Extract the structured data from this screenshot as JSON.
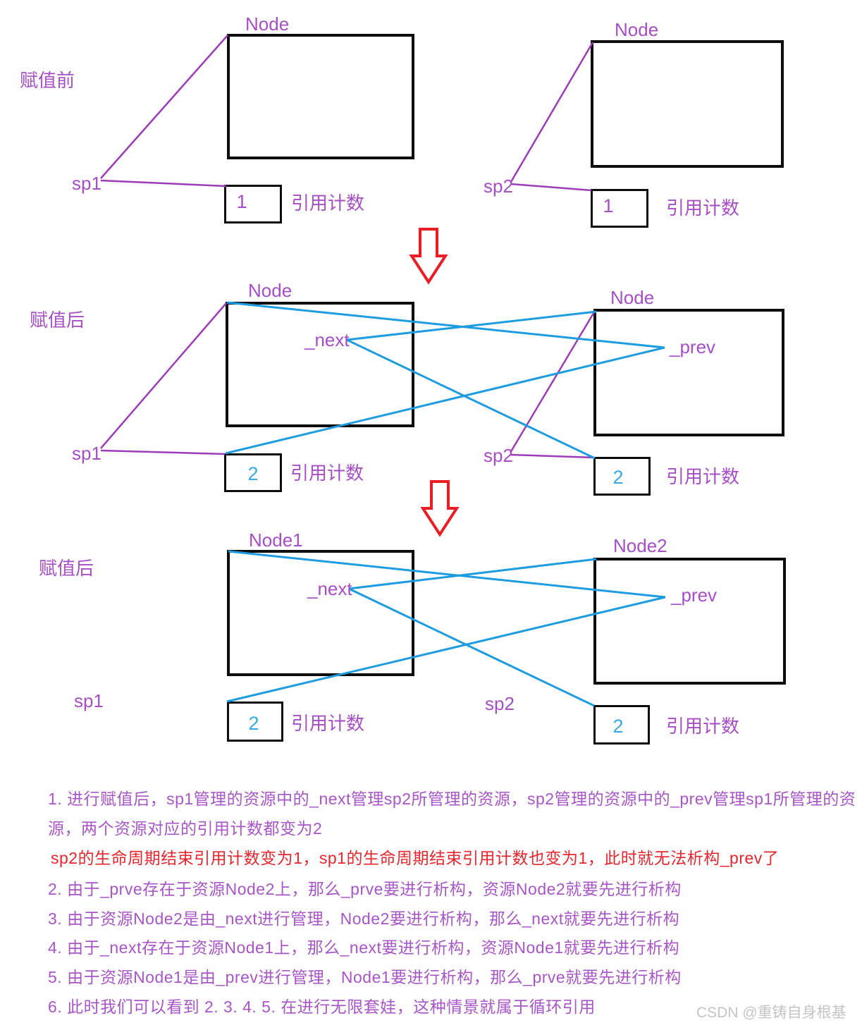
{
  "colors": {
    "purple_line": "#9d3cb8",
    "purple_text": "#a74ec6",
    "note_purple": "#a855c8",
    "note_red": "#e8252d",
    "blue_line": "#1e9ce0",
    "cyan_value": "#36a9e6",
    "red_arrow": "#ec1c24",
    "box_border": "#0d0d0d",
    "watermark_gray": "#c4c4c4"
  },
  "rows": {
    "before": {
      "label": "赋值前",
      "left": {
        "node": "Node",
        "sp": "sp1",
        "ref_value": "1",
        "ref_label": "引用计数"
      },
      "right": {
        "node": "Node",
        "sp": "sp2",
        "ref_value": "1",
        "ref_label": "引用计数"
      }
    },
    "after1": {
      "label": "赋值后",
      "left": {
        "node": "Node",
        "member": "_next",
        "sp": "sp1",
        "ref_value": "2",
        "ref_label": "引用计数"
      },
      "right": {
        "node": "Node",
        "member": "_prev",
        "sp": "sp2",
        "ref_value": "2",
        "ref_label": "引用计数"
      }
    },
    "after2": {
      "label": "赋值后",
      "left": {
        "node": "Node1",
        "member": "_next",
        "sp": "sp1",
        "ref_value": "2",
        "ref_label": "引用计数"
      },
      "right": {
        "node": "Node2",
        "member": "_prev",
        "sp": "sp2",
        "ref_value": "2",
        "ref_label": "引用计数"
      }
    }
  },
  "notes": [
    {
      "text": "1. 进行赋值后，sp1管理的资源中的_next管理sp2所管理的资源，sp2管理的资源中的_prev管理sp1所管理的资",
      "color": "#a855c8"
    },
    {
      "text": "源，两个资源对应的引用计数都变为2",
      "color": "#a855c8"
    },
    {
      "text": "sp2的生命周期结束引用计数变为1，sp1的生命周期结束引用计数也变为1，此时就无法析构_prev了",
      "color": "#e8252d"
    },
    {
      "text": "2. 由于_prve存在于资源Node2上，那么_prve要进行析构，资源Node2就要先进行析构",
      "color": "#a855c8"
    },
    {
      "text": "3. 由于资源Node2是由_next进行管理，Node2要进行析构，那么_next就要先进行析构",
      "color": "#a855c8"
    },
    {
      "text": "4. 由于_next存在于资源Node1上，那么_next要进行析构，资源Node1就要先进行析构",
      "color": "#a855c8"
    },
    {
      "text": "5. 由于资源Node1是由_prev进行管理，Node1要进行析构，那么_prve就要先进行析构",
      "color": "#a855c8"
    },
    {
      "text": "6. 此时我们可以看到 2. 3. 4. 5. 在进行无限套娃，这种情景就属于循环引用",
      "color": "#a855c8"
    }
  ],
  "watermark": "CSDN @重铸自身根基"
}
